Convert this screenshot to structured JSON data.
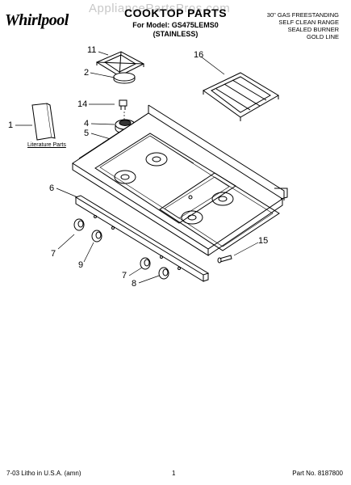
{
  "header": {
    "brand": "Whirlpool",
    "watermark": "AppliancePartsPros.com",
    "title": "COOKTOP PARTS",
    "model_line": "For Model: GS475LEMS0",
    "model_finish": "(STAINLESS)",
    "description": [
      "30\" GAS FREESTANDING",
      "SELF CLEAN RANGE",
      "SEALED BURNER",
      "GOLD LINE"
    ]
  },
  "labels": {
    "literature_parts": "Literature Parts"
  },
  "callouts": [
    "11",
    "2",
    "16",
    "14",
    "1",
    "4",
    "5",
    "6",
    "15",
    "7",
    "9",
    "7",
    "8"
  ],
  "footer": {
    "left": "7-03 Litho in U.S.A. (amn)",
    "center": "1",
    "right": "Part No. 8187800"
  }
}
